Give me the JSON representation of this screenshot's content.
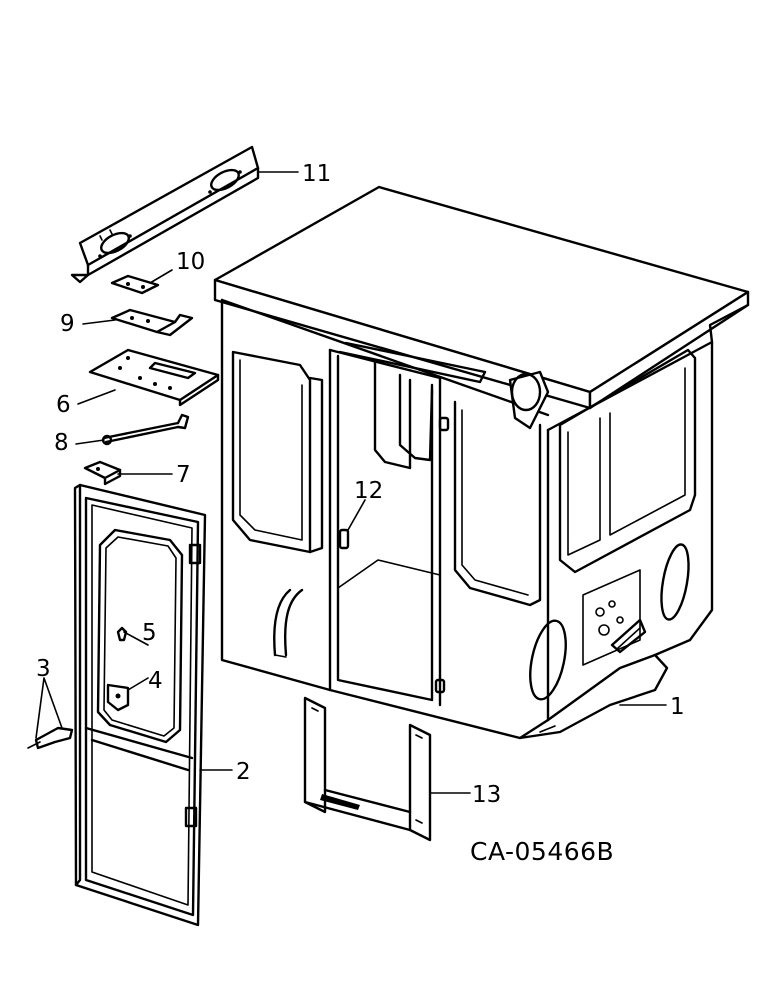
{
  "diagram": {
    "drawing_code": "CA-05466B",
    "callouts": {
      "c1": "1",
      "c2": "2",
      "c3": "3",
      "c4": "4",
      "c5": "5",
      "c6": "6",
      "c7": "7",
      "c8": "8",
      "c9": "9",
      "c10": "10",
      "c11": "11",
      "c12": "12",
      "c13": "13"
    }
  }
}
